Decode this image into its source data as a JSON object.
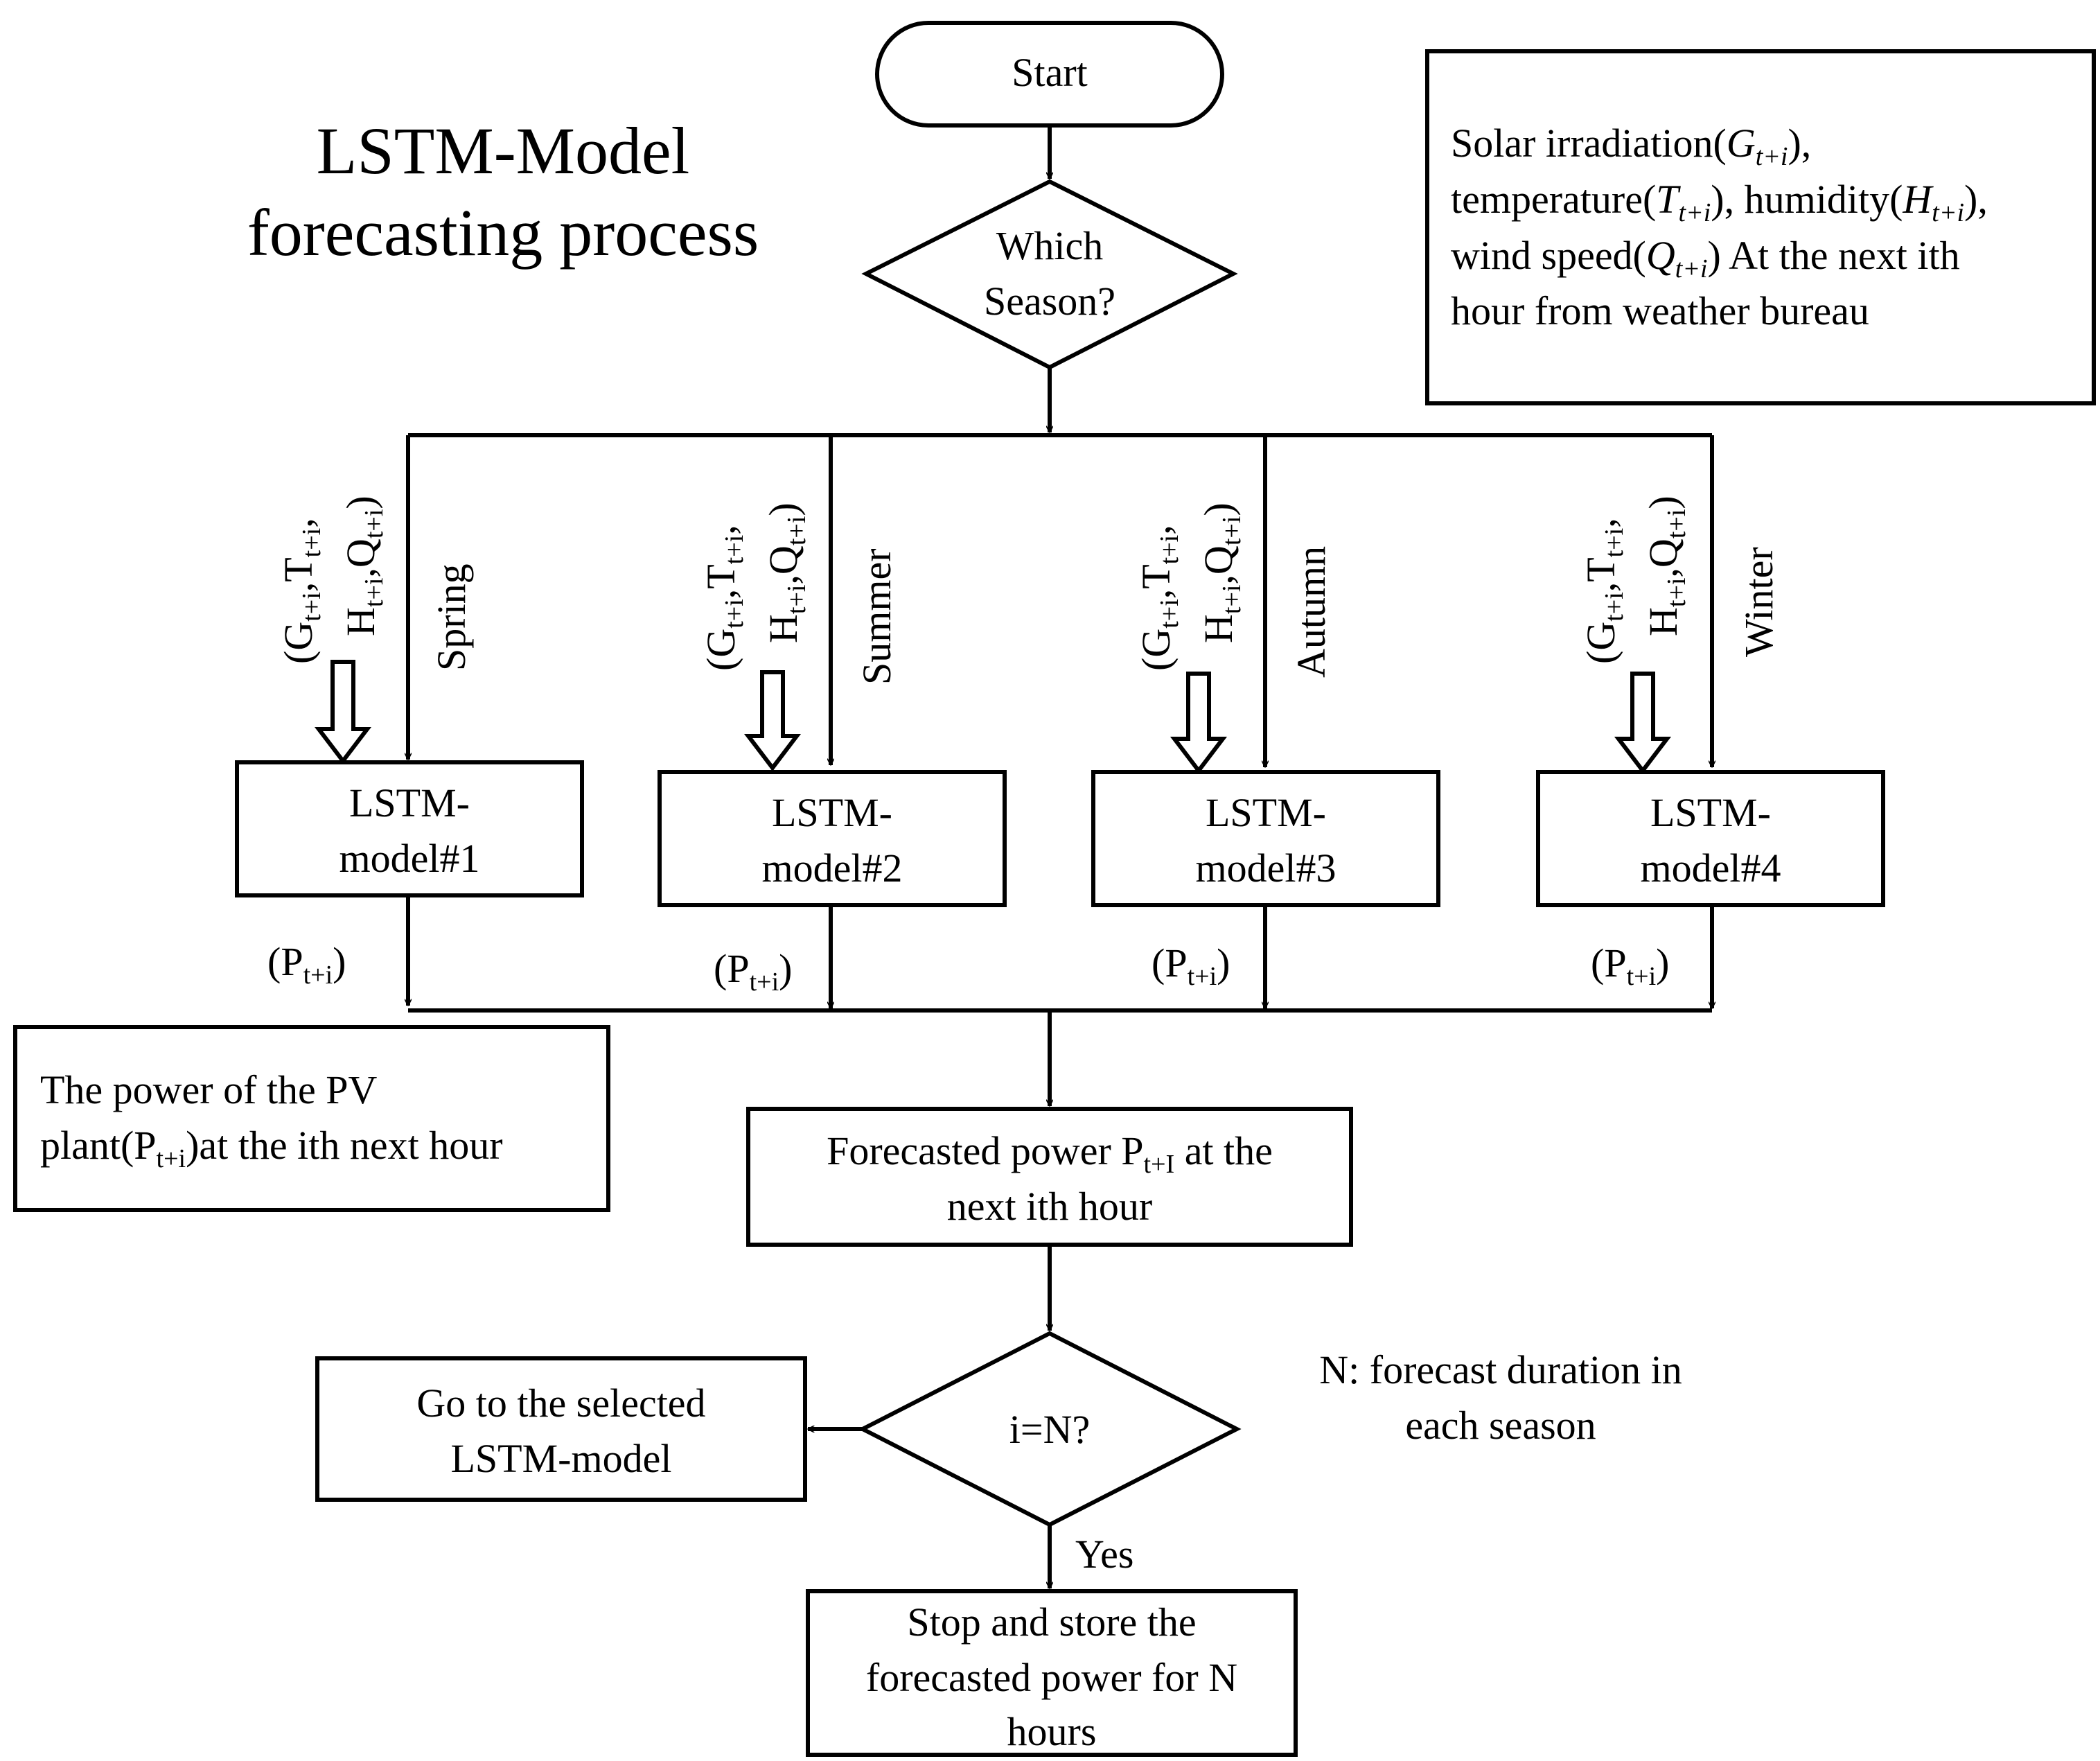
{
  "title": {
    "line1": "LSTM-Model",
    "line2": "forecasting  process"
  },
  "start": "Start",
  "season_decision": {
    "line1": "Which",
    "line2": "Season?"
  },
  "weather_note": {
    "line1_prefix": "Solar irradiation(",
    "line1_var": "G",
    "line1_sub": "t+i",
    "line1_suffix": "),",
    "line2_prefix": "temperature(",
    "line2_var1": "T",
    "line2_sub1": "t+i",
    "line2_mid": "), humidity(",
    "line2_var2": "H",
    "line2_sub2": "t+i",
    "line2_suffix": "),",
    "line3_prefix": "wind speed(",
    "line3_var": "Q",
    "line3_sub": "t+i",
    "line3_suffix": ") At the next  ith",
    "line4": "hour from weather bureau"
  },
  "inputs": {
    "open": "(G",
    "sub": "t+i",
    "comma_t": ",T",
    "comma": ",",
    "h": "H",
    "comma_q": ",Q",
    "close": ")"
  },
  "seasons": [
    {
      "label": "Spring",
      "model_line1": "LSTM-",
      "model_line2": "model#1"
    },
    {
      "label": "Summer",
      "model_line1": "LSTM-",
      "model_line2": "model#2"
    },
    {
      "label": "Autumn",
      "model_line1": "LSTM-",
      "model_line2": "model#3"
    },
    {
      "label": "Winter",
      "model_line1": "LSTM-",
      "model_line2": "model#4"
    }
  ],
  "output_label": {
    "open": "(P",
    "sub": "t+i",
    "close": ")"
  },
  "pv_note": {
    "line1": "The power of the PV",
    "line2_prefix": "plant(P",
    "line2_sub": "t+i",
    "line2_suffix": ")at the ith next  hour"
  },
  "forecast_box": {
    "line1_prefix": "Forecasted power P",
    "line1_sub": "t+I",
    "line1_suffix": " at the",
    "line2": "next ith hour"
  },
  "loop_decision": "i=N?",
  "goto_box": {
    "line1": "Go to the selected",
    "line2": "LSTM-model"
  },
  "n_note": {
    "line1": "N: forecast duration in",
    "line2": "each season"
  },
  "yes_label": "Yes",
  "stop_box": {
    "line1": "Stop and store the",
    "line2": "forecasted power for N",
    "line3": "hours"
  }
}
